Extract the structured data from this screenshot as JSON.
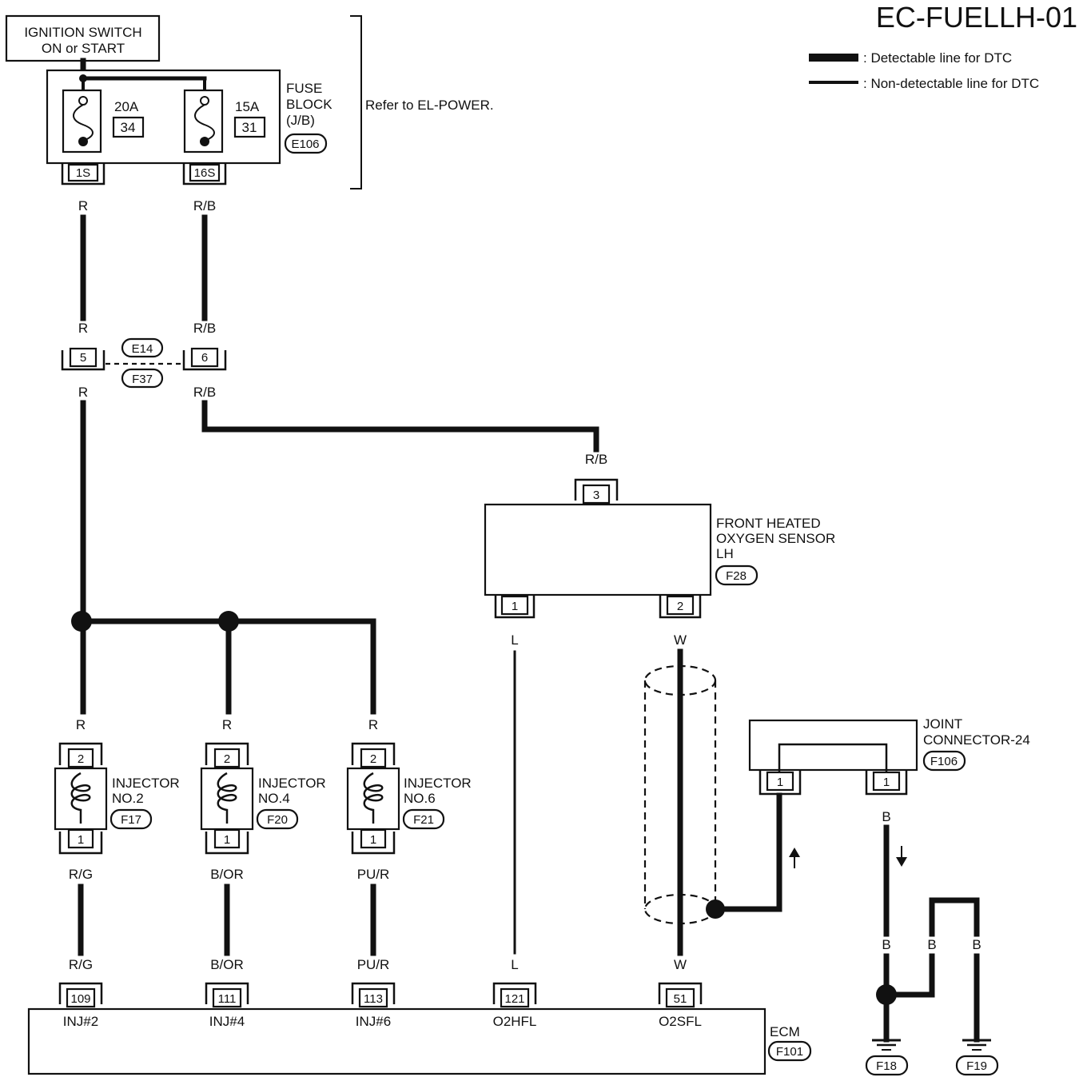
{
  "title": "EC-FUELLH-01",
  "legend": {
    "detectable": ": Detectable line for DTC",
    "non_detectable": ": Non-detectable line for DTC"
  },
  "ignition": {
    "line1": "IGNITION SWITCH",
    "line2": "ON or START"
  },
  "fuse_block": {
    "line1": "FUSE",
    "line2": "BLOCK",
    "line3": "(J/B)",
    "connector": "E106",
    "refer": "Refer to EL-POWER.",
    "fuses": [
      {
        "amps": "20A",
        "number": "34",
        "terminal": "1S"
      },
      {
        "amps": "15A",
        "number": "31",
        "terminal": "16S"
      }
    ]
  },
  "wire_labels": {
    "r": "R",
    "rb": "R/B",
    "l": "L",
    "w": "W",
    "b": "B",
    "rg": "R/G",
    "bor": "B/OR",
    "pur": "PU/R"
  },
  "inline_connector": {
    "conn1": "E14",
    "conn2": "F37",
    "pin_a": "5",
    "pin_b": "6"
  },
  "o2_sensor": {
    "line1": "FRONT HEATED",
    "line2": "OXYGEN SENSOR",
    "line3": "LH",
    "connector": "F28",
    "pin_top": "3",
    "pin_left": "1",
    "pin_right": "2"
  },
  "injectors": [
    {
      "line1": "INJECTOR",
      "line2": "NO.2",
      "connector": "F17",
      "pin_top": "2",
      "pin_bottom": "1"
    },
    {
      "line1": "INJECTOR",
      "line2": "NO.4",
      "connector": "F20",
      "pin_top": "2",
      "pin_bottom": "1"
    },
    {
      "line1": "INJECTOR",
      "line2": "NO.6",
      "connector": "F21",
      "pin_top": "2",
      "pin_bottom": "1"
    }
  ],
  "joint_connector": {
    "line1": "JOINT",
    "line2": "CONNECTOR-24",
    "connector": "F106",
    "pin_left": "1",
    "pin_right": "1"
  },
  "ecm": {
    "name": "ECM",
    "connector": "F101",
    "terminals": [
      {
        "pin": "109",
        "signal": "INJ#2"
      },
      {
        "pin": "111",
        "signal": "INJ#4"
      },
      {
        "pin": "113",
        "signal": "INJ#6"
      },
      {
        "pin": "121",
        "signal": "O2HFL"
      },
      {
        "pin": "51",
        "signal": "O2SFL"
      }
    ]
  },
  "grounds": [
    {
      "connector": "F18"
    },
    {
      "connector": "F19"
    }
  ]
}
